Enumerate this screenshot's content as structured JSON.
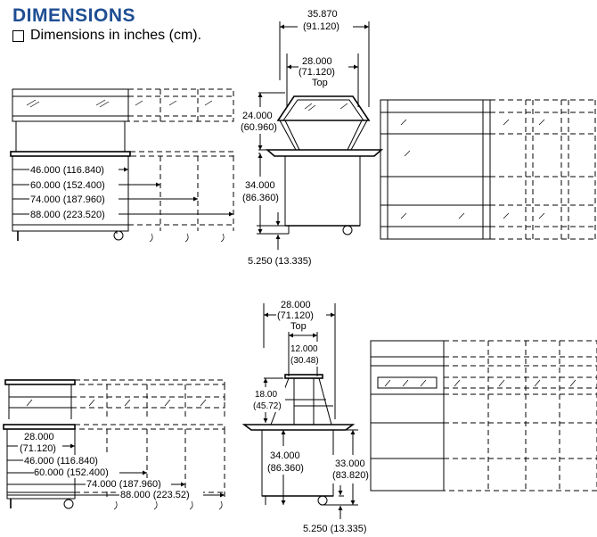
{
  "header": {
    "title": "DIMENSIONS",
    "subtitle": "Dimensions in inches (cm)."
  },
  "top_row": {
    "side_view": {
      "lengths": [
        "46.000 (116.840)",
        "60.000 (152.400)",
        "74.000 (187.960)",
        "88.000 (223.520)"
      ]
    },
    "end_view": {
      "overall_width": "35.870",
      "overall_width_cm": "(91.120)",
      "top_width": "28.000",
      "top_width_cm": "(71.120)",
      "top_label": "Top",
      "sneeze_guard_height": "24.000",
      "sneeze_guard_height_cm": "(60.960)",
      "counter_height": "34.000",
      "counter_height_cm": "(86.360)",
      "caster_height": "5.250 (13.335)"
    }
  },
  "bottom_row": {
    "side_view": {
      "depth": "28.000",
      "depth_cm": "(71.120)",
      "lengths": [
        "46.000 (116.840)",
        "60.000 (152.400)",
        "74.000 (187.960)",
        "88.000 (223.52)"
      ]
    },
    "end_view": {
      "top_width": "28.000",
      "top_width_cm": "(71.120)",
      "top_label": "Top",
      "shelf_width": "12.000",
      "shelf_width_cm": "(30.48)",
      "shelf_height": "18.00",
      "shelf_height_cm": "(45.72)",
      "counter_height": "34.000",
      "counter_height_cm": "(86.360)",
      "body_height": "33.000",
      "body_height_cm": "(83.820)",
      "caster_height": "5.250 (13.335)"
    }
  }
}
